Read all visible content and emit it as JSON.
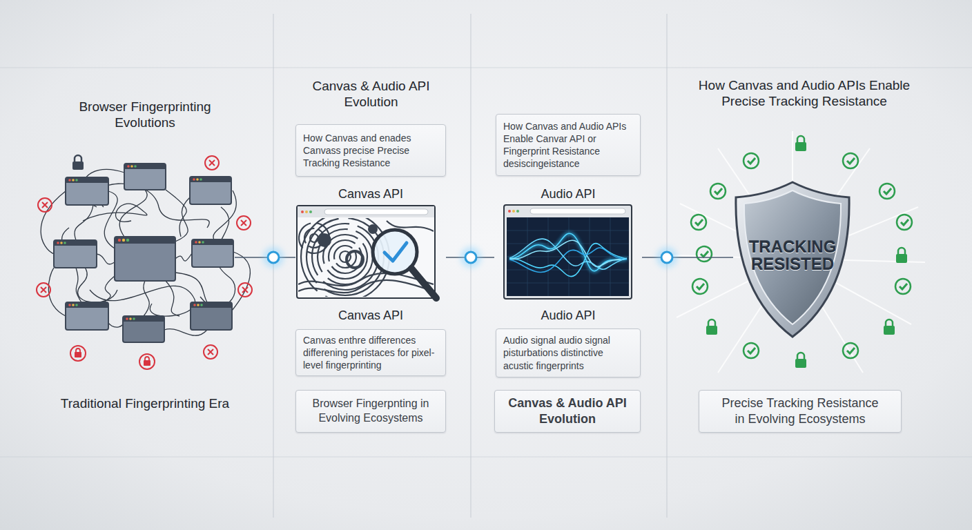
{
  "diagram": {
    "nodes": [
      {
        "text": [
          "How Canvas and enades Canvass precise Precise Tracking Resistance"
        ]
      },
      {
        "text": [
          "Canvas API",
          "Canvas API"
        ]
      },
      {
        "text": [
          "Canvas enthre differences differening peristaces for pixel-level fingerprinting"
        ]
      },
      {
        "text": [
          "Browser Fingerpnting in Evolving Ecosystems"
        ]
      },
      {
        "text": [
          "How Canvas and Audio APIs Enable Canvar API or Fingerprint Resistance desiscingeistance"
        ]
      },
      {
        "text": [
          "Audio API",
          "Audio API"
        ]
      },
      {
        "text": [
          "Audio signal audio signal pisturbations distinctive acustic fingerprints"
        ]
      },
      {
        "text": [
          "Canvas & Audio API Evolution"
        ]
      },
      {
        "text": [
          "TRACKING RESISTED"
        ]
      },
      {
        "text": [
          "Precise Tracking Resistance in Evolving Ecosystems"
        ]
      }
    ],
    "edges": [
      {
        "from": 1,
        "to": 5,
        "arrow": "none"
      },
      {
        "from": 5,
        "to": 8,
        "arrow": "none"
      }
    ],
    "labels": [
      "Browser Fingerprinting Evolutions",
      "Traditional Fingerprinting Era",
      "Canvas & Audio API Evolution",
      "How Canvas and Audio APIs Enable Precise Tracking Resistance"
    ]
  }
}
